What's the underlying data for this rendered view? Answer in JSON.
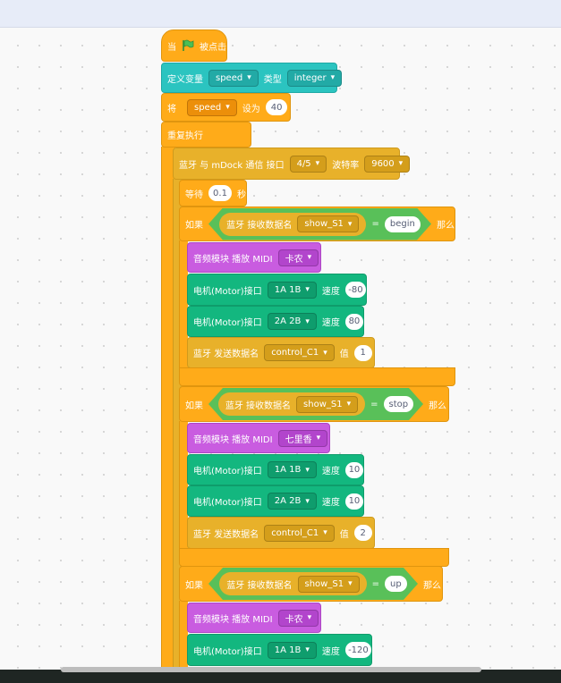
{
  "event": {
    "when_label": "当",
    "flag_icon": "green-flag-icon",
    "clicked_label": "被点击"
  },
  "define_var": {
    "label": "定义变量",
    "var": "speed",
    "type_label": "类型",
    "type": "integer"
  },
  "set_var": {
    "label": "将",
    "var": "speed",
    "to_label": "设为",
    "value": "40"
  },
  "forever": {
    "label": "重复执行"
  },
  "bt_comm": {
    "label": "蓝牙 与 mDock 通信 接口",
    "port": "4/5",
    "baud_label": "波特率",
    "baud": "9600"
  },
  "wait": {
    "label": "等待",
    "value": "0.1",
    "unit": "秒"
  },
  "if_blocks": [
    {
      "if_label": "如果",
      "cond_label": "蓝牙 接收数据名",
      "cond_var": "show_S1",
      "eq": "=",
      "cond_value": "begin",
      "then_label": "那么",
      "midi_label": "音频模块 播放 MIDI",
      "midi_song": "卡农",
      "motor1": {
        "label": "电机(Motor)接口",
        "port": "1A 1B",
        "speed_label": "速度",
        "speed": "-80"
      },
      "motor2": {
        "label": "电机(Motor)接口",
        "port": "2A 2B",
        "speed_label": "速度",
        "speed": "80"
      },
      "send": {
        "label": "蓝牙 发送数据名",
        "name": "control_C1",
        "value_label": "值",
        "value": "1"
      }
    },
    {
      "if_label": "如果",
      "cond_label": "蓝牙 接收数据名",
      "cond_var": "show_S1",
      "eq": "=",
      "cond_value": "stop",
      "then_label": "那么",
      "midi_label": "音频模块 播放 MIDI",
      "midi_song": "七里香",
      "motor1": {
        "label": "电机(Motor)接口",
        "port": "1A 1B",
        "speed_label": "速度",
        "speed": "10"
      },
      "motor2": {
        "label": "电机(Motor)接口",
        "port": "2A 2B",
        "speed_label": "速度",
        "speed": "10"
      },
      "send": {
        "label": "蓝牙 发送数据名",
        "name": "control_C1",
        "value_label": "值",
        "value": "2"
      }
    },
    {
      "if_label": "如果",
      "cond_label": "蓝牙 接收数据名",
      "cond_var": "show_S1",
      "eq": "=",
      "cond_value": "up",
      "then_label": "那么",
      "midi_label": "音频模块 播放 MIDI",
      "midi_song": "卡农",
      "motor1": {
        "label": "电机(Motor)接口",
        "port": "1A 1B",
        "speed_label": "速度",
        "speed": "-120"
      }
    }
  ],
  "colors": {
    "events": "#ffab19",
    "variables": "#2bc4c0",
    "bluetooth": "#e8b12a",
    "operators": "#59c059",
    "audio": "#c95ce0",
    "motor": "#13b77f"
  }
}
